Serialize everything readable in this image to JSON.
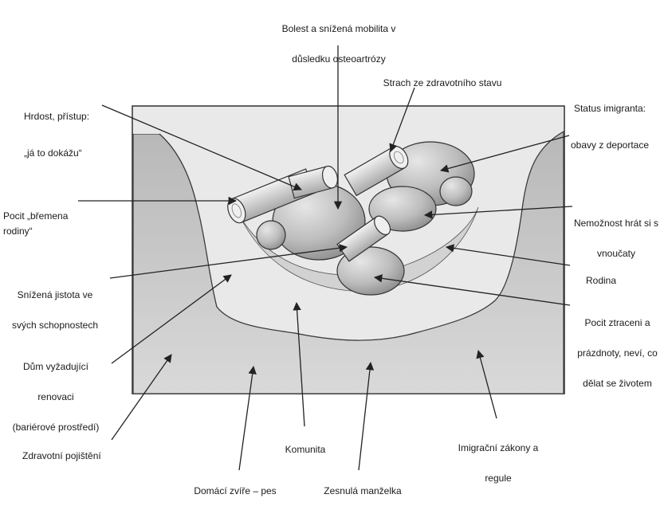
{
  "labels": {
    "bolest": [
      "Bolest a snížená mobilita v",
      "důsledku osteoartrózy"
    ],
    "strach": [
      "Strach ze zdravotního stavu"
    ],
    "hrdost": [
      "Hrdost, přístup:",
      "„já to dokážu“"
    ],
    "status": [
      "Status imigranta:",
      "obavy z  deportace"
    ],
    "bremena": [
      "Pocit „břemena rodiny“"
    ],
    "vnoucata": [
      "Nemožnost hrát si s",
      "vnoučaty"
    ],
    "rodina": [
      "Rodina"
    ],
    "jistota": [
      "Snížená jistota ve",
      "svých schopnostech"
    ],
    "ztraceni": [
      "Pocit ztraceni a",
      "prázdnoty, neví, co",
      "dělat se životem"
    ],
    "dum": [
      "Dům vyžadující",
      "renovaci",
      "(bariérové prostředí)"
    ],
    "pojisteni": [
      "Zdravotní pojištění"
    ],
    "komunita": [
      "Komunita"
    ],
    "imigracni": [
      "Imigrační zákony a",
      "regule"
    ],
    "zvire": [
      "Domácí zvíře – pes"
    ],
    "manzelka": [
      "Zesnulá manželka"
    ]
  },
  "colors": {
    "frame": "#3a3a3a",
    "bank": "#c9c9c9",
    "water": "#e9e9e9",
    "stone": "#bdbdbd",
    "log": "#d6d6d6",
    "arrow": "#222222"
  }
}
